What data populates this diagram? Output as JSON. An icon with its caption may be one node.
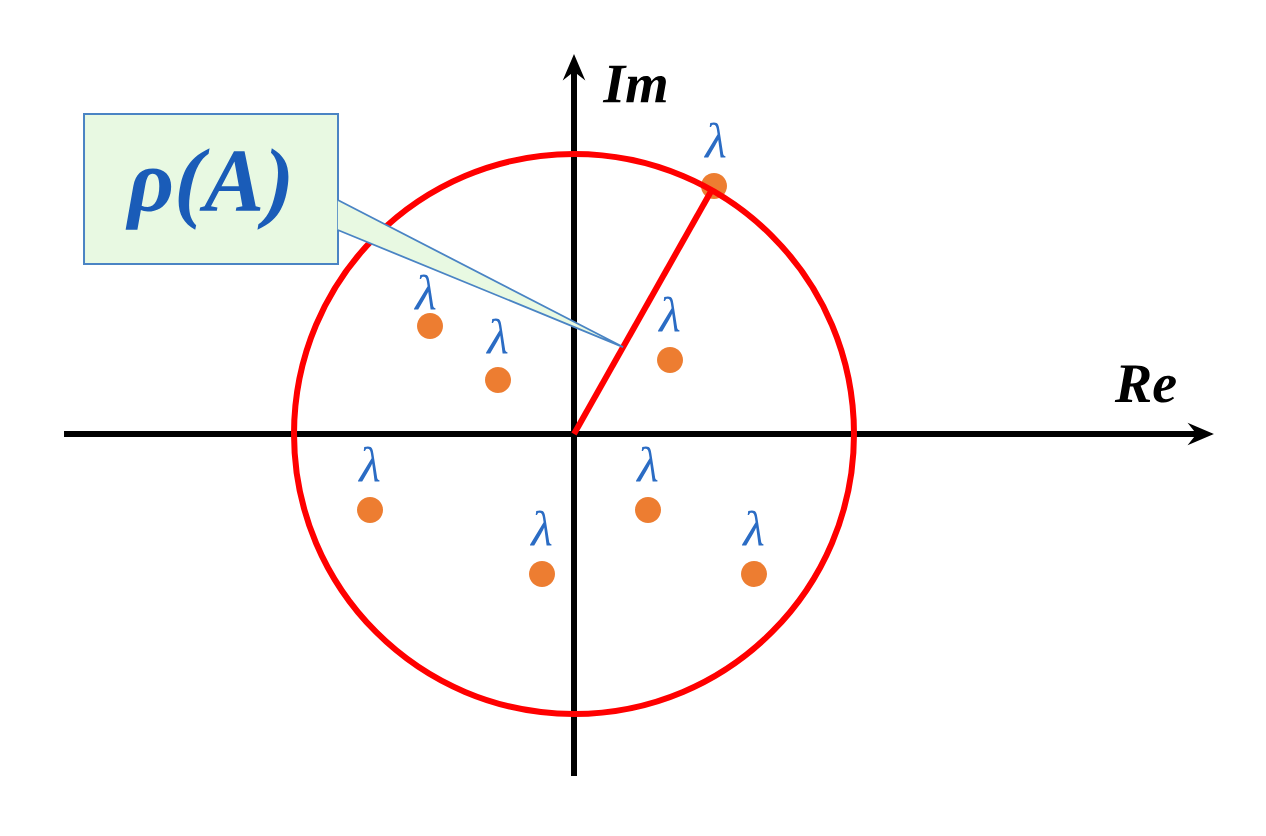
{
  "diagram": {
    "nodes": [
      {
        "text": [
          "ρ(A)"
        ]
      },
      {
        "text": [],
        "shape": "line"
      }
    ],
    "edges": [
      {
        "from": 0,
        "to": 1,
        "arrow": "none"
      }
    ],
    "labels": [
      "Im",
      "λ",
      "λ",
      "λ",
      "λ",
      "Re",
      "λ",
      "λ",
      "λ",
      "λ"
    ]
  }
}
